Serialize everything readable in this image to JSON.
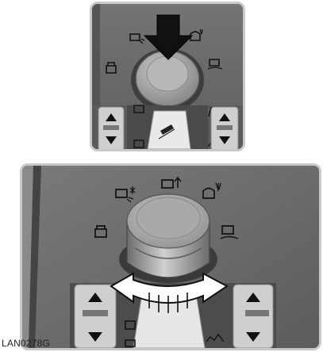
{
  "figure": {
    "caption": "LAN0278G"
  },
  "top_panel": {
    "action": "press",
    "icons": [
      "on-road-icon",
      "grass-gravel-snow-icon",
      "mud-ruts-icon",
      "sand-icon",
      "hill-descent-icon",
      "low-range-icon",
      "high-range-icon"
    ]
  },
  "bottom_panel": {
    "action": "rotate",
    "icons": [
      "on-road-icon",
      "grass-gravel-snow-icon",
      "raise-icon",
      "mud-ruts-icon",
      "sand-icon",
      "hill-descent-icon",
      "low-range-icon"
    ]
  },
  "colors": {
    "panel": "#6a6a6a",
    "knob": "#a3a3a3",
    "arrow": "#111111",
    "rotate_arrow": "#ffffff"
  }
}
